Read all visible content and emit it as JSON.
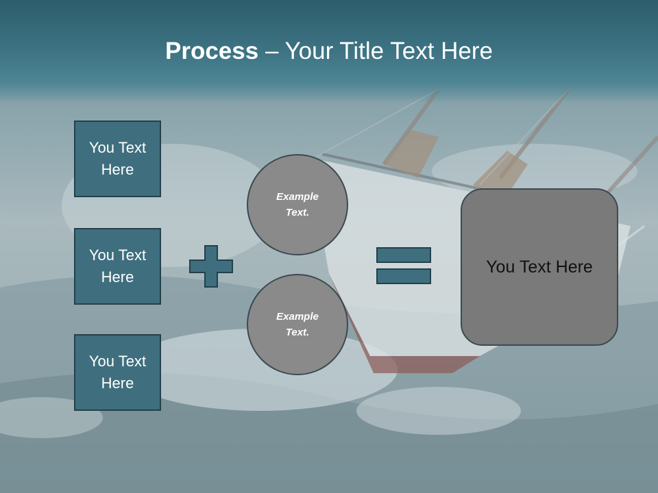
{
  "title": {
    "bold": "Process",
    "rest": " – Your Title Text Here"
  },
  "boxes": [
    {
      "label": "You Text Here"
    },
    {
      "label": "You Text Here"
    },
    {
      "label": "You Text Here"
    }
  ],
  "circles": [
    {
      "label": "Example Text."
    },
    {
      "label": "Example Text."
    }
  ],
  "result": {
    "label": "You Text Here"
  },
  "colors": {
    "box_fill": "#3f6f7e",
    "circle_fill": "#8a8a8a",
    "result_fill": "#7a7a7a",
    "header": "#3d7383"
  },
  "icons": {
    "operator_1": "plus-icon",
    "operator_2": "equals-icon"
  }
}
